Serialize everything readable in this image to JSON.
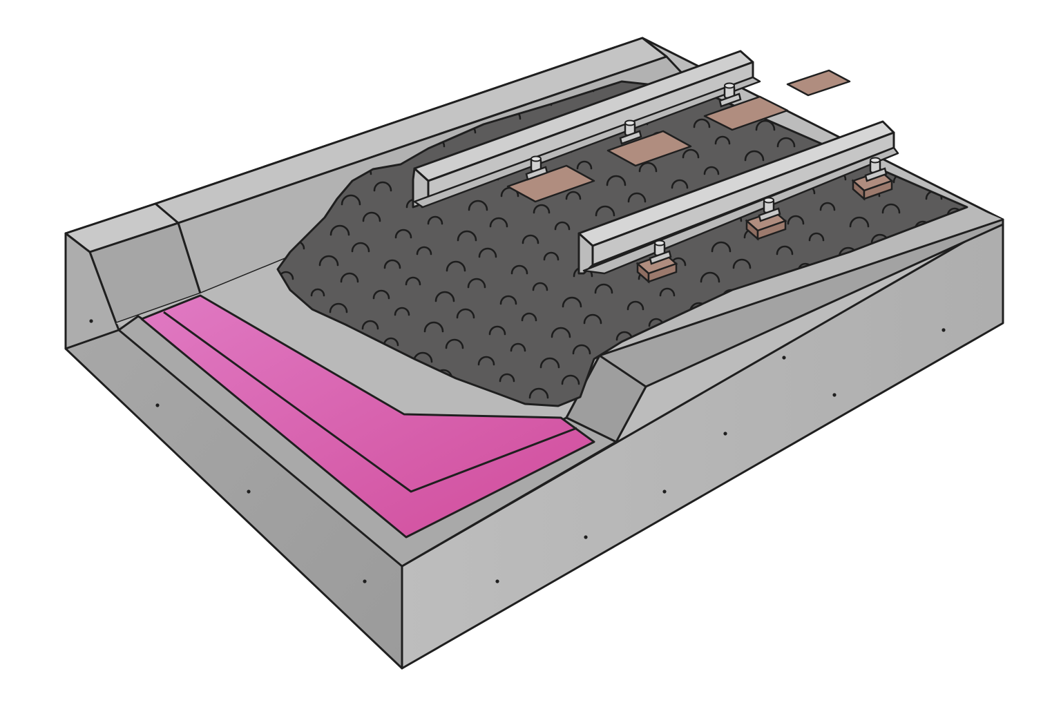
{
  "title": "",
  "caption": "",
  "colors": {
    "background": "#ffffff",
    "concrete_top": "#bdbdbd",
    "concrete_side_light": "#b6b6b6",
    "concrete_side_dark": "#a2a2a2",
    "concrete_slope": "#9f9f9f",
    "ballast": "#5c5b5b",
    "ballast_stone_line": "#1d1d1d",
    "drainage_layer_light": "#de76c0",
    "drainage_layer_dark": "#d24f9e",
    "sleeper_wood": "#b08d7f",
    "rail_top": "#dcdcdc",
    "rail_side": "#c6c6c6",
    "outline": "#1f1f1f"
  },
  "components": [
    "concrete-base-slab",
    "side-curb-wall",
    "drainage-channel",
    "drainage-layer",
    "ballast-bed",
    "sleepers",
    "rail-left",
    "rail-right",
    "rail-fastening-clips",
    "rail-pads"
  ]
}
